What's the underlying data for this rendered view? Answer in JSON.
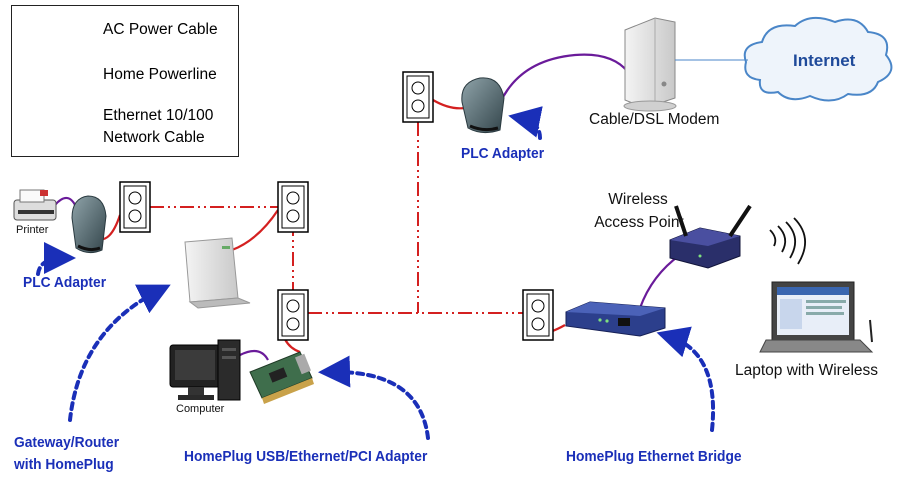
{
  "legend": {
    "ac_power_cable": "AC Power Cable",
    "home_powerline": "Home Powerline",
    "ethernet_line1": "Ethernet 10/100",
    "ethernet_line2": "Network Cable"
  },
  "labels": {
    "internet": "Internet",
    "modem": "Cable/DSL Modem",
    "plc_adapter_top": "PLC Adapter",
    "plc_adapter_left": "PLC Adapter",
    "printer": "Printer",
    "wireless_ap_line1": "Wireless",
    "wireless_ap_line2": "Access Point",
    "laptop": "Laptop with Wireless",
    "computer": "Computer",
    "gateway_line1": "Gateway/Router",
    "gateway_line2": "with HomePlug",
    "homeplug_adapter": "HomePlug USB/Ethernet/PCI Adapter",
    "homeplug_bridge": "HomePlug Ethernet Bridge"
  },
  "colors": {
    "ac_power_cable": "#d42020",
    "home_powerline": "#d42020",
    "ethernet_cable": "#6a1b9a",
    "callout_arrow": "#1a2fb8",
    "cloud_fill": "#eef4fb",
    "cloud_stroke": "#4a86c8"
  }
}
